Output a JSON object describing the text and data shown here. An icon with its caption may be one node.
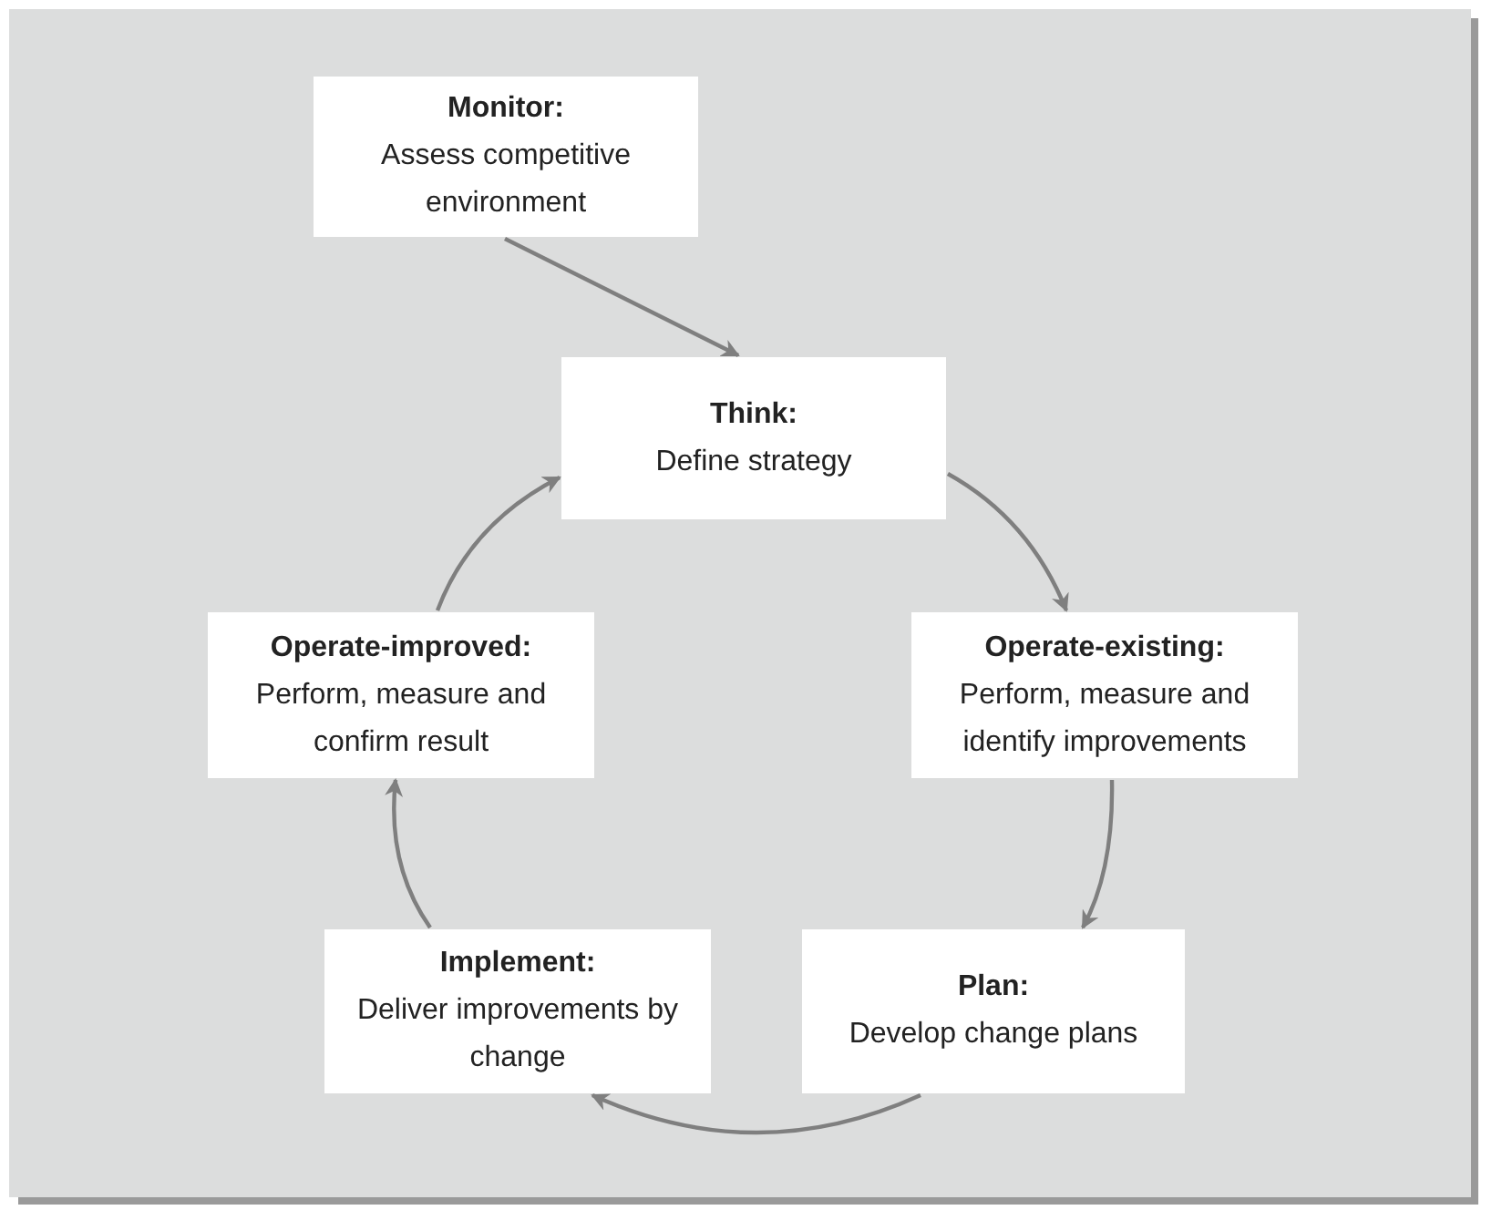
{
  "diagram": {
    "nodes": [
      {
        "text": [
          "Monitor:",
          "Assess competitive environment"
        ]
      },
      {
        "text": [
          "Think:",
          "Define strategy"
        ]
      },
      {
        "text": [
          "Operate-existing:",
          "Perform, measure and identify improvements"
        ]
      },
      {
        "text": [
          "Plan:",
          "Develop change plans"
        ]
      },
      {
        "text": [
          "Implement:",
          "Deliver improvements by change"
        ]
      },
      {
        "text": [
          "Operate-improved:",
          "Perform, measure and confirm result"
        ]
      }
    ],
    "edges": [
      {
        "from": 0,
        "to": 1,
        "arrow": "to"
      },
      {
        "from": 1,
        "to": 2,
        "arrow": "to"
      },
      {
        "from": 2,
        "to": 3,
        "arrow": "to"
      },
      {
        "from": 3,
        "to": 4,
        "arrow": "to"
      },
      {
        "from": 4,
        "to": 5,
        "arrow": "to"
      },
      {
        "from": 5,
        "to": 1,
        "arrow": "to"
      }
    ]
  }
}
